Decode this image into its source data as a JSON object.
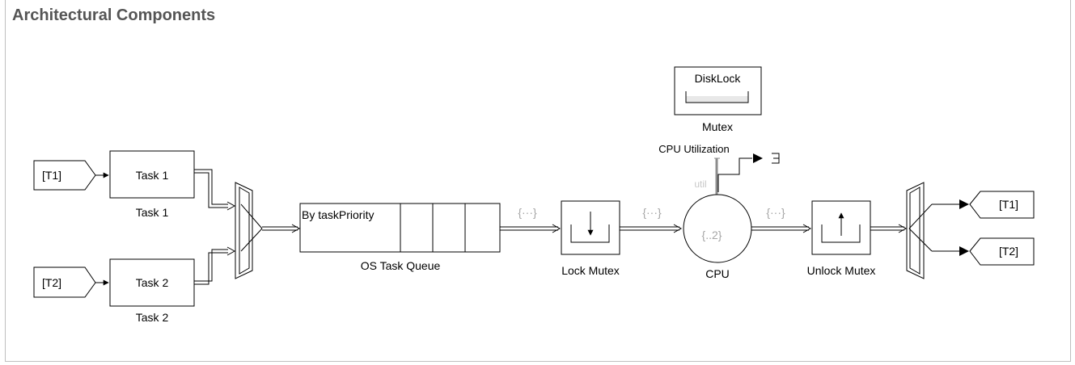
{
  "area_title": "Architectural Components",
  "goto_tags": {
    "t1": "[T1]",
    "t2": "[T2]"
  },
  "from_tags": {
    "t1": "[T1]",
    "t2": "[T2]"
  },
  "task1": {
    "inside": "Task 1",
    "label": "Task 1"
  },
  "task2": {
    "inside": "Task 2",
    "label": "Task 2"
  },
  "queue": {
    "inside": "By taskPriority",
    "label": "OS Task Queue"
  },
  "lock": {
    "label": "Lock Mutex"
  },
  "cpu": {
    "inside": "{..2}",
    "label": "CPU",
    "port_label": "util",
    "signal_label": "CPU Utilization"
  },
  "unlock": {
    "label": "Unlock Mutex"
  },
  "mutex": {
    "inside": "DiskLock",
    "label": "Mutex"
  },
  "connection_badges": [
    "{···}",
    "{···}",
    "{···}"
  ],
  "colors": {
    "line": "#000000",
    "badge": "#a6a6a6",
    "title": "#555555",
    "border": "#bfbfbf"
  }
}
